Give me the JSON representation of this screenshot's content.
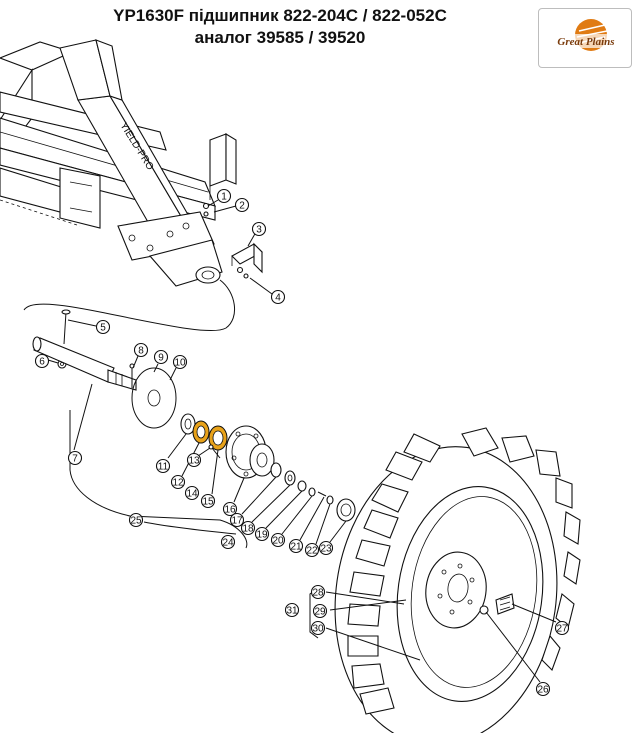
{
  "title": {
    "line1": "YP1630F підшипник 822-204C / 822-052C",
    "line2": "аналог 39585 / 39520"
  },
  "logo": {
    "text": "Great Plains",
    "accent": "#e07b13",
    "mark": "great-plains-sun-logo"
  },
  "frame_marking": "YIELD-PRO",
  "colors": {
    "highlight_bearing": "#e8a21a",
    "line": "#111111"
  },
  "callouts": [
    "1",
    "2",
    "3",
    "4",
    "5",
    "6",
    "7",
    "8",
    "9",
    "10",
    "11",
    "12",
    "13",
    "14",
    "15",
    "16",
    "17",
    "18",
    "19",
    "20",
    "21",
    "22",
    "23",
    "24",
    "25",
    "26",
    "27",
    "28",
    "29",
    "30",
    "31"
  ]
}
